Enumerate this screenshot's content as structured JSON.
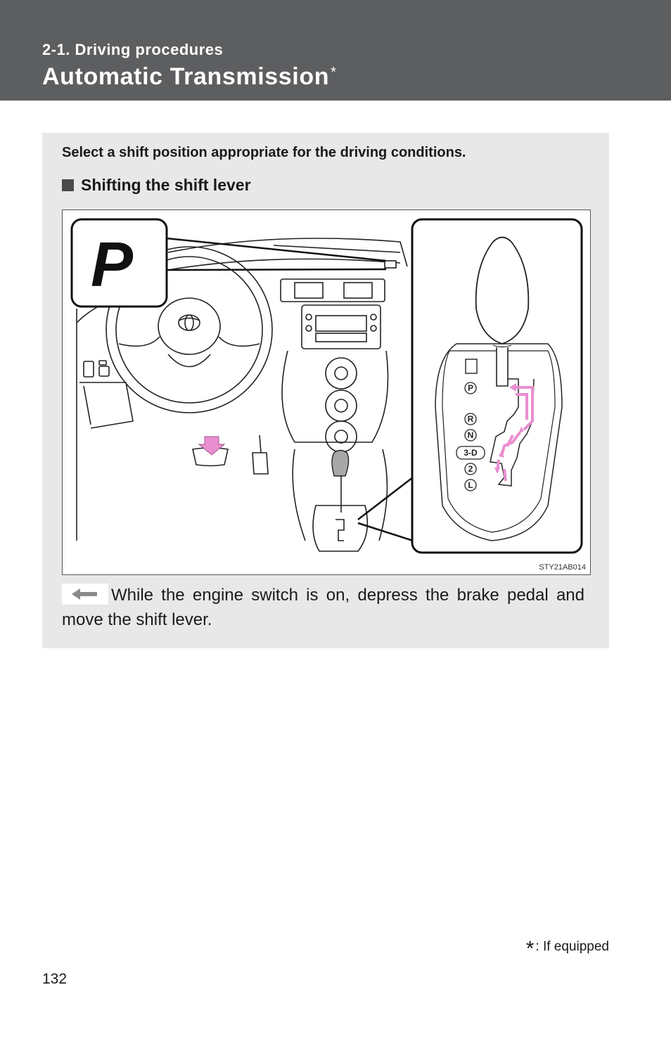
{
  "header": {
    "section": "2-1. Driving procedures",
    "title": "Automatic Transmission",
    "title_mark": "*"
  },
  "content": {
    "intro": "Select a shift position appropriate for the driving conditions.",
    "subheading": "Shifting the shift lever",
    "figure": {
      "indicator_letter": "P",
      "gate_positions": [
        "P",
        "R",
        "N",
        "3-D",
        "2",
        "L"
      ],
      "figure_code": "STY21AB014"
    },
    "instruction": "While the engine switch is on, depress the brake pedal and move the shift lever."
  },
  "footer": {
    "footnote_mark": "*",
    "footnote_text": ": If equipped",
    "page_number": "132"
  },
  "colors": {
    "header_bg": "#5d5e60",
    "box_bg": "#e8e8e8",
    "arrow_pink": "#e98fd0"
  }
}
